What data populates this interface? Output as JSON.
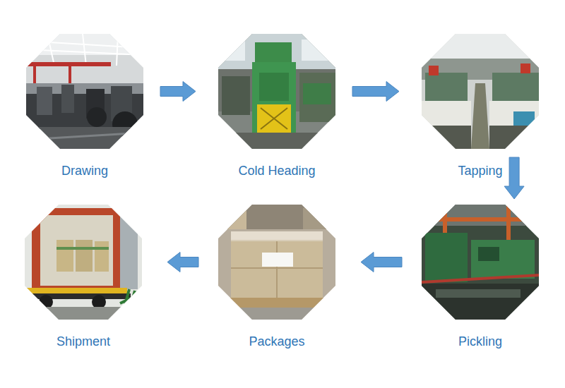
{
  "diagram": {
    "nodes": [
      {
        "text": [
          "Drawing"
        ]
      },
      {
        "text": [
          "Cold Heading"
        ]
      },
      {
        "text": [
          "Tapping"
        ]
      },
      {
        "text": [
          "Shipment"
        ]
      },
      {
        "text": [
          "Packages"
        ]
      },
      {
        "text": [
          "Pickling"
        ]
      }
    ],
    "edges": [
      {
        "from": 0,
        "to": 1,
        "arrow": "to"
      },
      {
        "from": 1,
        "to": 2,
        "arrow": "to"
      },
      {
        "from": 2,
        "to": 5,
        "arrow": "to"
      },
      {
        "from": 5,
        "to": 4,
        "arrow": "to"
      },
      {
        "from": 4,
        "to": 3,
        "arrow": "to"
      }
    ]
  }
}
